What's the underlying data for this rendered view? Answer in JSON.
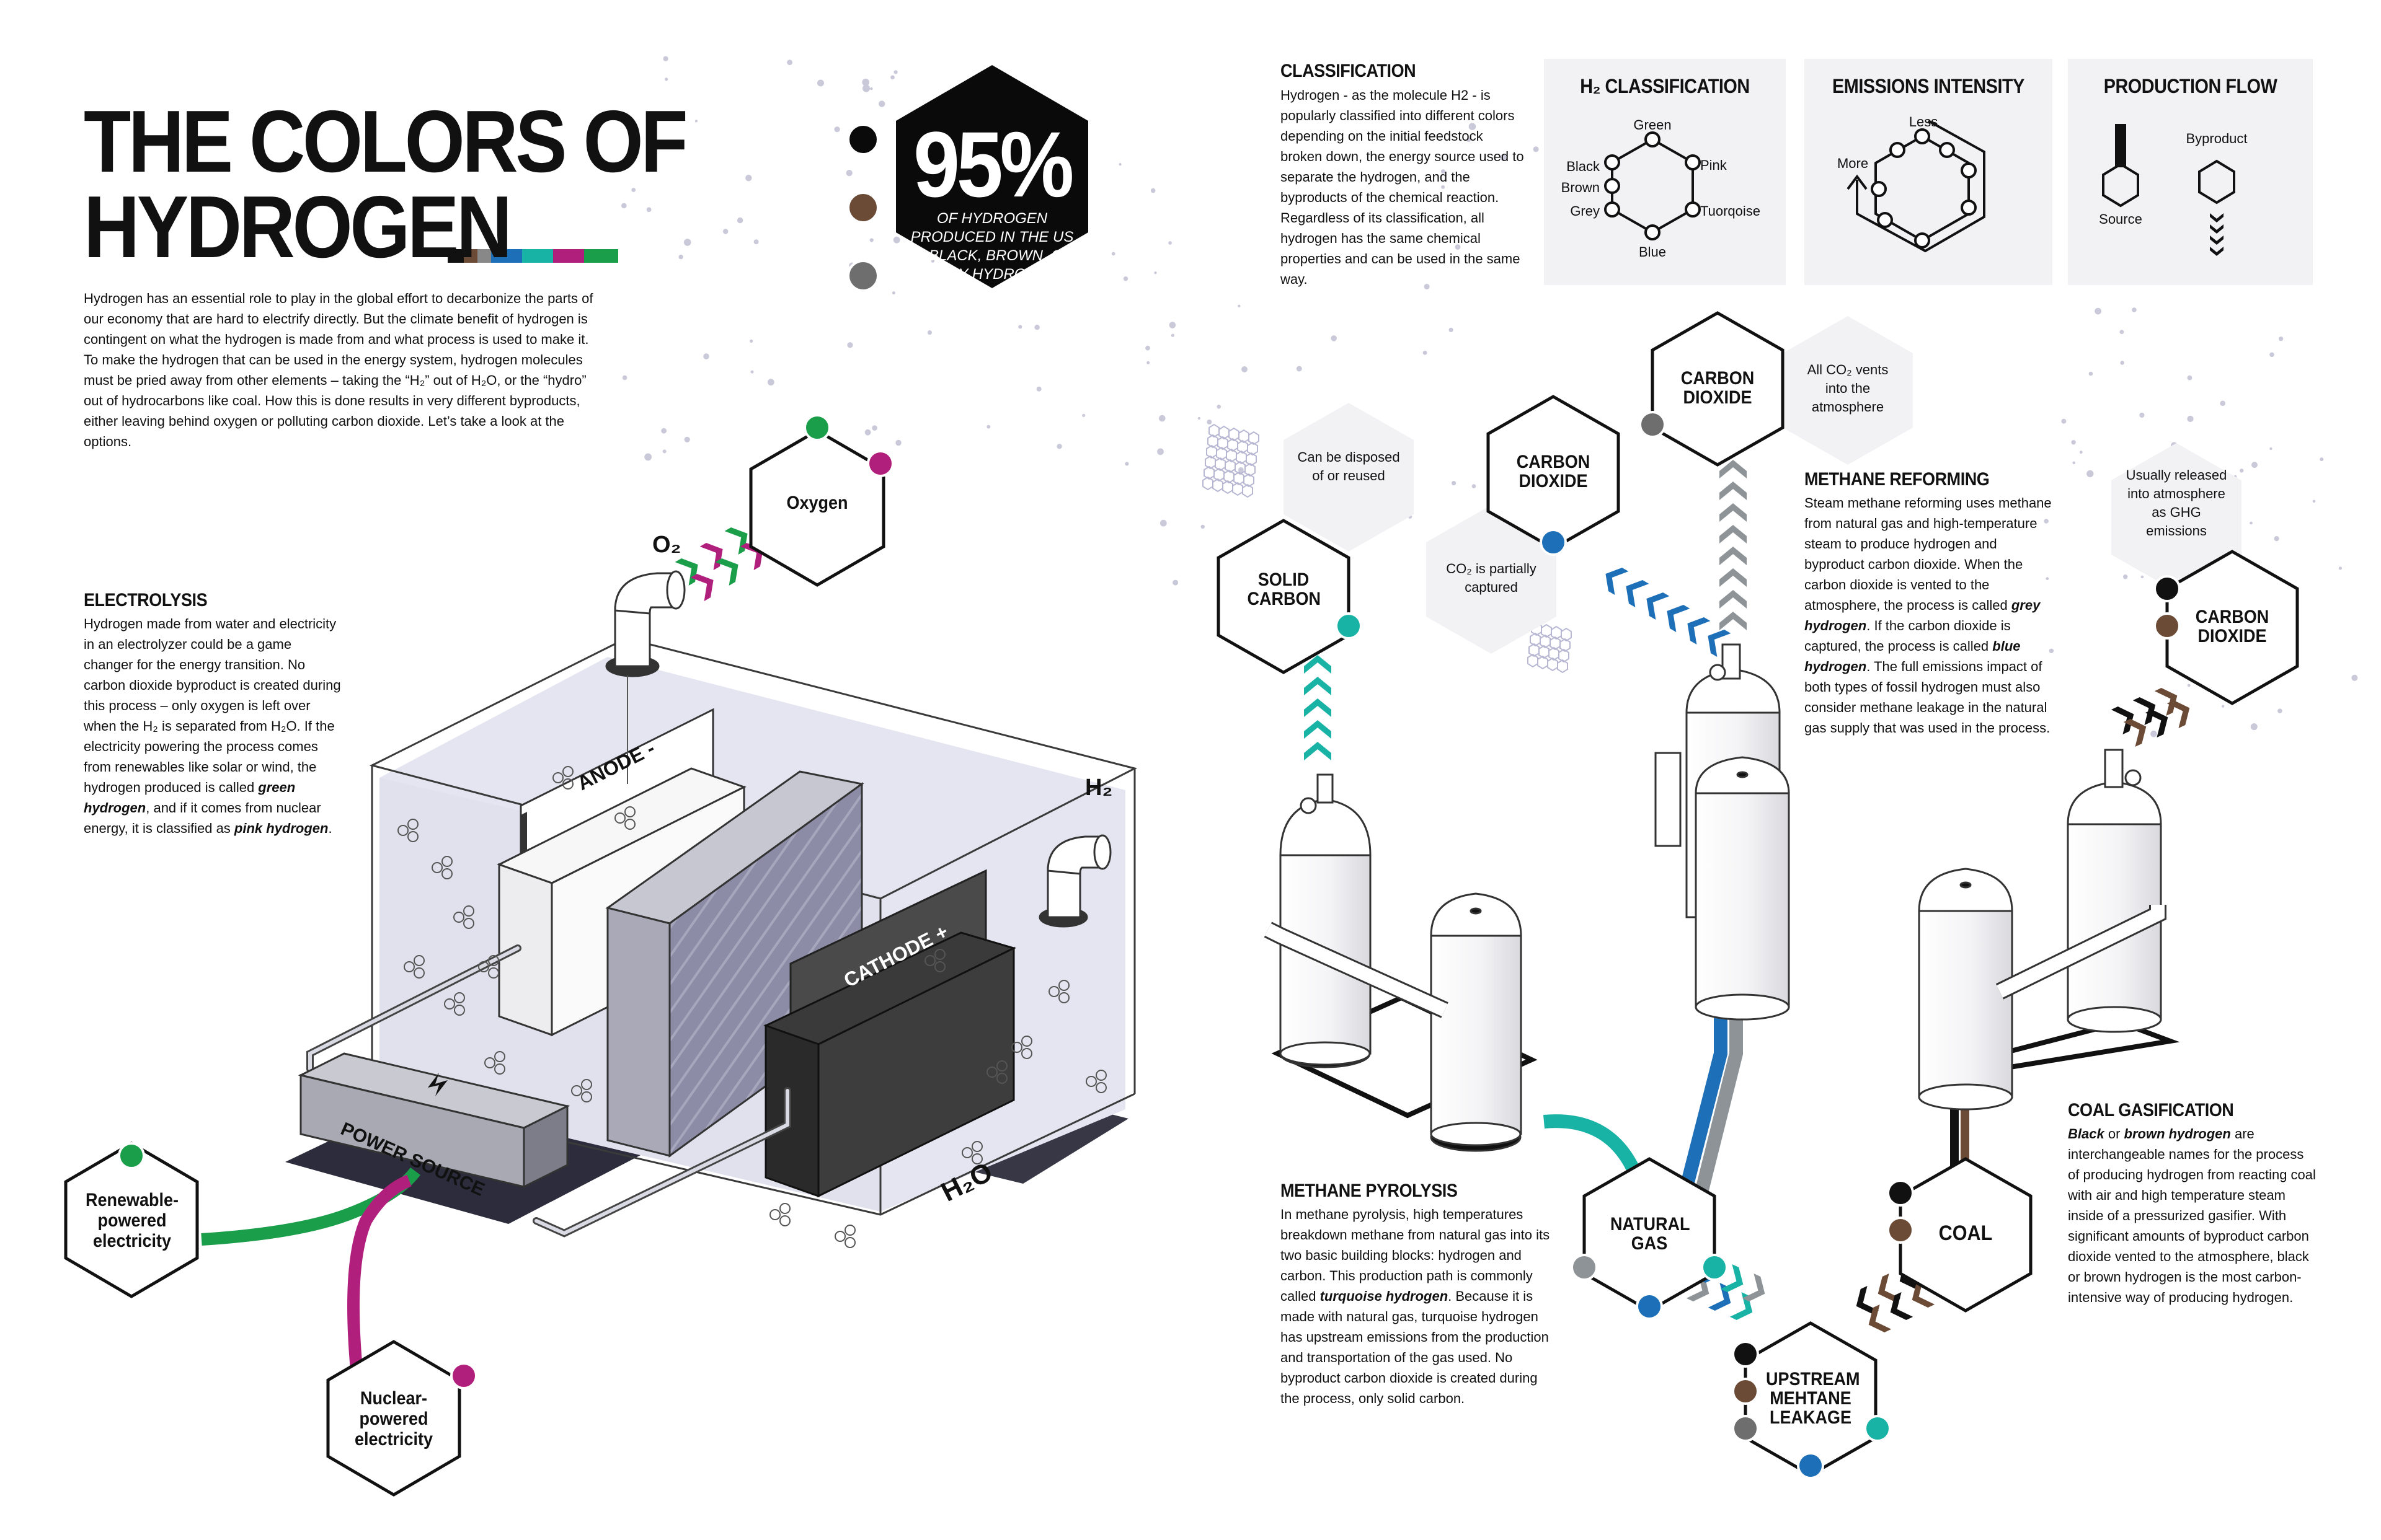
{
  "title_line1": "THE COLORS OF",
  "title_line2": "HYDROGEN",
  "colors": {
    "green": "#1a9e4a",
    "pink": "#b11f7d",
    "turquoise": "#19b3a6",
    "blue": "#1d6fb8",
    "grey": "#6e6e6e",
    "brown": "#6b4a36",
    "black": "#111111",
    "panel": "#f2f2f4",
    "water": "#e6e6f2"
  },
  "intro": "Hydrogen has an essential role to play in the global effort to decarbonize the parts of our economy that are hard to electrify directly. But the climate benefit of hydrogen is contingent on what the hydrogen is made from and what process is used to make it. To make the hydrogen that can be used in the energy system, hydrogen molecules must be pried away from other elements – taking the “H₂” out of H₂O, or the “hydro” out of hydrocarbons like coal. How this is done results in very different byproducts, either leaving behind oxygen or polluting carbon dioxide. Let’s take a look at the options.",
  "stat": {
    "value": "95%",
    "text": "OF HYDROGEN PRODUCED IN THE US IS BLACK, BROWN, OR GREY HYDROGEN"
  },
  "classification": {
    "heading": "CLASSIFICATION",
    "text": "Hydrogen - as the molecule H2 - is popularly classified into different colors depending on the initial feedstock broken down, the energy source used to separate the hydrogen, and the byproducts of the chemical reaction. Regardless of its classification, all hydrogen has the same chemical properties and can be used in the same way."
  },
  "legend": {
    "h2_title": "H₂ CLASSIFICATION",
    "h2_labels": {
      "green": "Green",
      "pink": "Pink",
      "turquoise": "Tuorqoise",
      "blue": "Blue",
      "grey": "Grey",
      "brown": "Brown",
      "black": "Black"
    },
    "emissions_title": "EMISSIONS INTENSITY",
    "emissions_less": "Less",
    "emissions_more": "More",
    "flow_title": "PRODUCTION FLOW",
    "flow_source": "Source",
    "flow_byproduct": "Byproduct"
  },
  "electrolysis": {
    "heading": "ELECTROLYSIS",
    "text_a": "Hydrogen made from water and electricity in an electrolyzer could be a game changer for the energy transition. No carbon dioxide byproduct is created during this process – only oxygen is left over when the H₂ is separated from H₂O. If the electricity powering the process comes from renewables like solar or wind, the hydrogen produced is called ",
    "green_term": "green hydrogen",
    "text_b": ", and if it comes from nuclear energy, it is classified as ",
    "pink_term": "pink hydrogen",
    "text_c": "."
  },
  "electrolyzer": {
    "anode": "ANODE -",
    "cathode": "CATHODE +",
    "power": "POWER SOURCE",
    "water": "H₂O",
    "h2": "H₂",
    "o2": "O₂",
    "oxygen": "Oxygen",
    "renewable": "Renewable-powered electricity",
    "nuclear": "Nuclear-powered electricity"
  },
  "pyrolysis": {
    "heading": "METHANE PYROLYSIS",
    "text_a": "In methane pyrolysis, high temperatures breakdown methane from natural gas into its two basic building blocks: hydrogen and carbon. This production path is commonly called ",
    "term": "turquoise hydrogen",
    "text_b": ". Because it is made with natural gas, turquoise hydrogen has upstream emissions from the production and transportation of the gas used. No byproduct carbon dioxide is created during the process, only solid carbon.",
    "solid_carbon": "SOLID CARBON",
    "disposed_note": "Can be disposed of or reused"
  },
  "reforming": {
    "heading": "METHANE REFORMING",
    "text_a": "Steam methane reforming uses methane from natural gas and high-temperature steam to produce hydrogen and byproduct carbon dioxide. When the carbon dioxide is vented to the atmosphere, the process is called ",
    "grey_term": "grey hydrogen",
    "text_b": ". If the carbon dioxide is captured, the process is called ",
    "blue_term": "blue hydrogen",
    "text_c": ". The full emissions impact of both types of fossil hydrogen must also consider methane leakage in the natural gas supply that was used in the process.",
    "co2_a": "CARBON DIOXIDE",
    "co2_b": "CARBON DIOXIDE",
    "captured_note": "CO₂ is partially captured",
    "vents_note": "All CO₂ vents into the atmosphere"
  },
  "coal": {
    "heading": "COAL GASIFICATION",
    "term_a": "Black",
    "mid": " or ",
    "term_b": "brown hydrogen",
    "text": " are interchangeable names for the process of producing hydrogen from reacting coal with air and high temperature steam inside of a pressurized gasifier. With significant amounts of byproduct carbon dioxide vented to the atmosphere, black or brown hydrogen is the most carbon-intensive way of producing hydrogen.",
    "coal_label": "COAL",
    "co2": "CARBON DIOXIDE",
    "ghg_note": "Usually released into atmosphere as GHG emissions"
  },
  "nodes": {
    "natural_gas": "NATURAL GAS",
    "leakage": "UPSTREAM MEHTANE LEAKAGE"
  }
}
